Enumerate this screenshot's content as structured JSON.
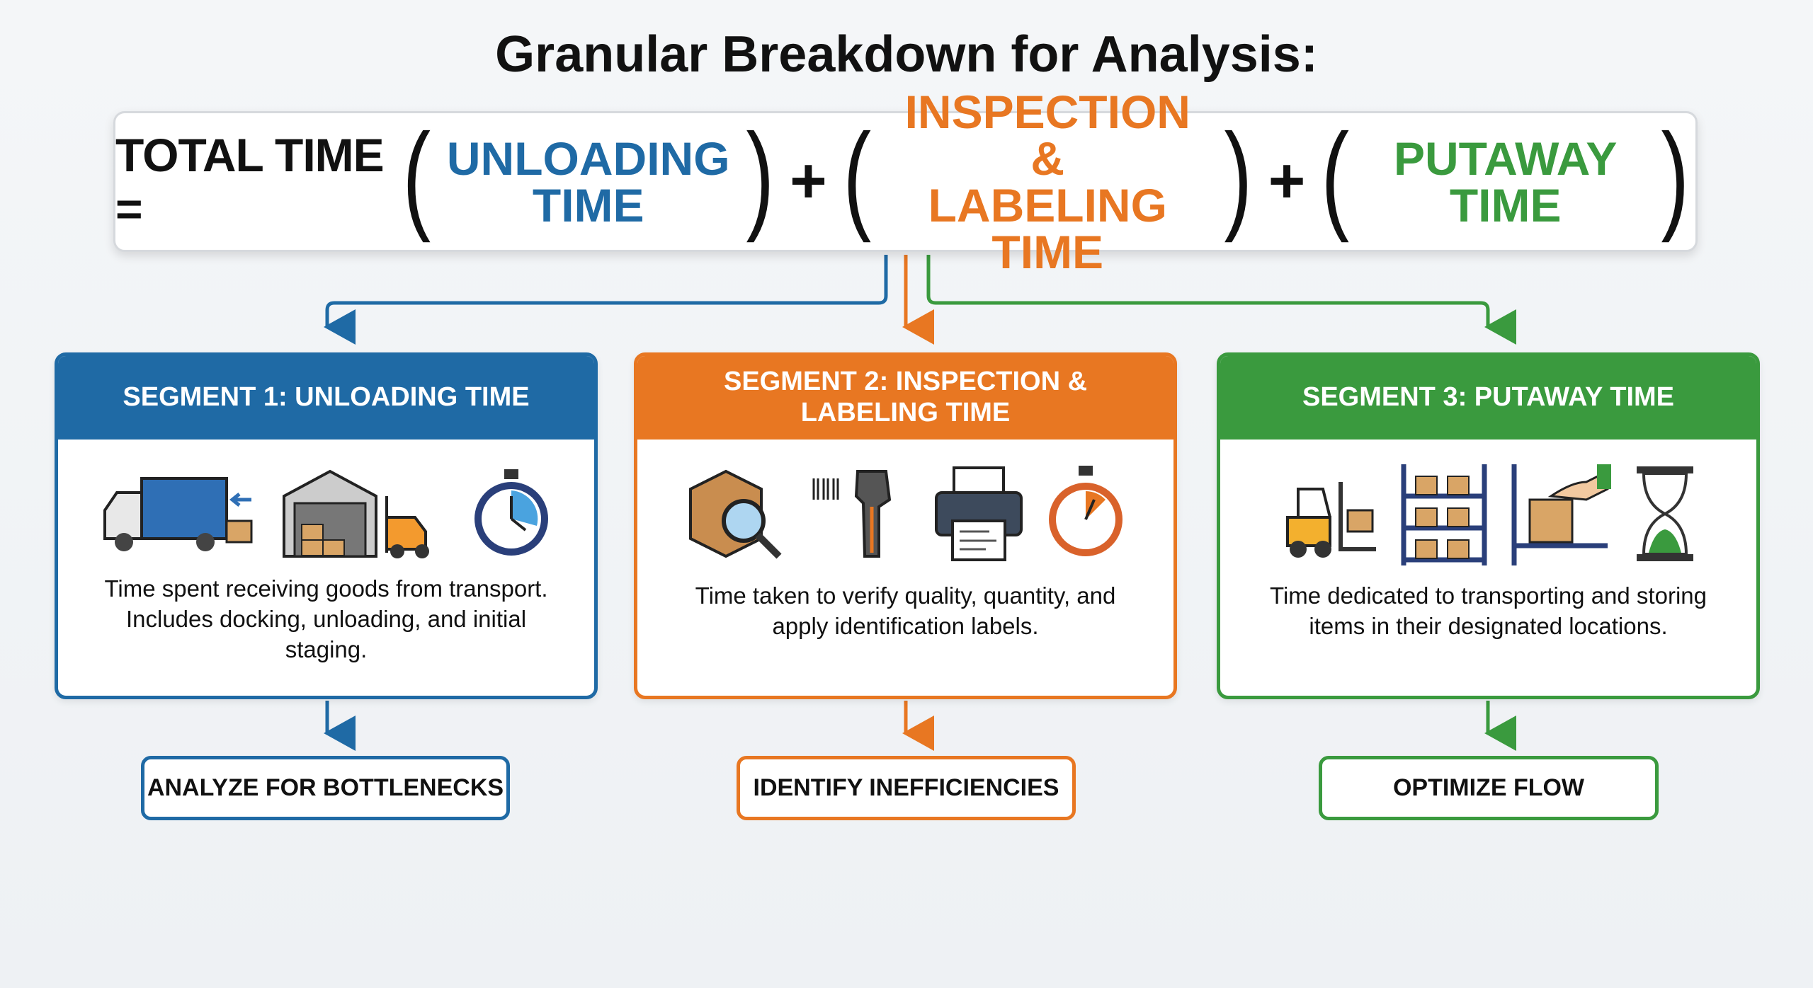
{
  "title": "Granular Breakdown for Analysis:",
  "formula": {
    "lhs": "TOTAL TIME =",
    "plus": "+",
    "open": "(",
    "close": ")",
    "terms": [
      {
        "line1": "UNLOADING",
        "line2": "TIME"
      },
      {
        "line1": "INSPECTION &",
        "line2": "LABELING TIME"
      },
      {
        "line1": "PUTAWAY",
        "line2": "TIME"
      }
    ]
  },
  "colors": {
    "blue": "#1f6aa5",
    "orange": "#e87722",
    "green": "#3a9a3e"
  },
  "segments": [
    {
      "title": "SEGMENT 1: UNLOADING TIME",
      "description": "Time spent receiving goods from transport. Includes docking, unloading, and initial staging.",
      "icons": [
        "truck-icon",
        "warehouse-icon",
        "forklift-icon",
        "stopwatch-icon"
      ],
      "action": "ANALYZE FOR BOTTLENECKS"
    },
    {
      "title": "SEGMENT 2: INSPECTION & LABELING TIME",
      "description": "Time taken to verify quality, quantity, and apply identification labels.",
      "icons": [
        "box-inspect-icon",
        "barcode-scanner-icon",
        "printer-icon",
        "stopwatch-icon"
      ],
      "action": "IDENTIFY INEFFICIENCIES"
    },
    {
      "title": "SEGMENT 3: PUTAWAY TIME",
      "description": "Time dedicated to transporting and storing items in their designated locations.",
      "icons": [
        "forklift-icon",
        "shelving-icon",
        "hand-box-icon",
        "hourglass-icon"
      ],
      "action": "OPTIMIZE FLOW"
    }
  ]
}
